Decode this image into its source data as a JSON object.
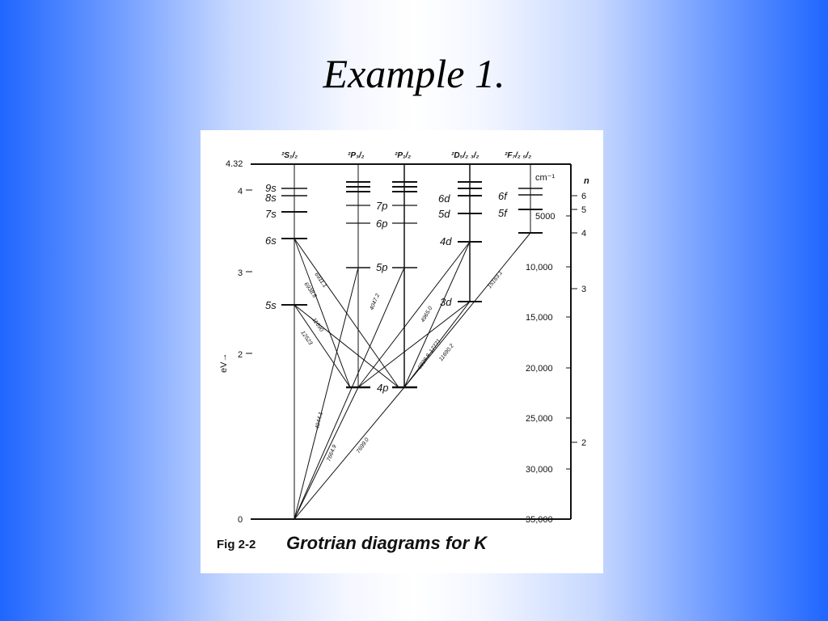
{
  "slide": {
    "title": "Example 1."
  },
  "figure": {
    "fig_number": "Fig 2-2",
    "caption": "Grotrian diagrams for K",
    "top_energy_label": "4.32",
    "ev_axis": {
      "label": "eV→",
      "ticks": [
        "4",
        "3",
        "2",
        "0"
      ]
    },
    "wavenumber_axis": {
      "unit": "cm⁻¹",
      "ticks": [
        "5000",
        "10,000",
        "15,000",
        "20,000",
        "25,000",
        "30,000",
        "35,000"
      ]
    },
    "n_axis": {
      "label": "n",
      "ticks": [
        "6",
        "5",
        "4",
        "3",
        "2"
      ]
    },
    "columns": [
      {
        "id": "s12",
        "term": "²S₁/₂"
      },
      {
        "id": "p32",
        "term": "²P₃/₂"
      },
      {
        "id": "p12",
        "term": "²P₁/₂"
      },
      {
        "id": "d",
        "term": "²D₅/₂ ₃/₂"
      },
      {
        "id": "f",
        "term": "²F₇/₂ ₅/₂"
      }
    ],
    "levels": [
      {
        "column": "s12",
        "label": "9s",
        "ev": 4.0
      },
      {
        "column": "s12",
        "label": "8s",
        "ev": 3.92
      },
      {
        "column": "s12",
        "label": "7s",
        "ev": 3.74
      },
      {
        "column": "s12",
        "label": "6s",
        "ev": 3.42
      },
      {
        "column": "s12",
        "label": "5s",
        "ev": 2.6
      },
      {
        "column": "p12",
        "label": "7p",
        "ev": 3.82
      },
      {
        "column": "p12",
        "label": "6p",
        "ev": 3.6
      },
      {
        "column": "p12",
        "label": "5p",
        "ev": 3.06
      },
      {
        "column": "p12",
        "label": "4p",
        "ev": 1.61
      },
      {
        "column": "d",
        "label": "6d",
        "ev": 3.89
      },
      {
        "column": "d",
        "label": "5d",
        "ev": 3.71
      },
      {
        "column": "d",
        "label": "4d",
        "ev": 3.4
      },
      {
        "column": "d",
        "label": "3d",
        "ev": 2.67
      },
      {
        "column": "f",
        "label": "6f",
        "ev": 3.97
      },
      {
        "column": "f",
        "label": "5f",
        "ev": 3.79
      }
    ],
    "transition_labels": [
      "6911.1",
      "6938.8",
      "11690",
      "12523",
      "4047.2",
      "4965.0",
      "17771",
      "6938.8",
      "11690.2",
      "15163.1",
      "4044.1",
      "7664.9",
      "7699.0"
    ]
  }
}
